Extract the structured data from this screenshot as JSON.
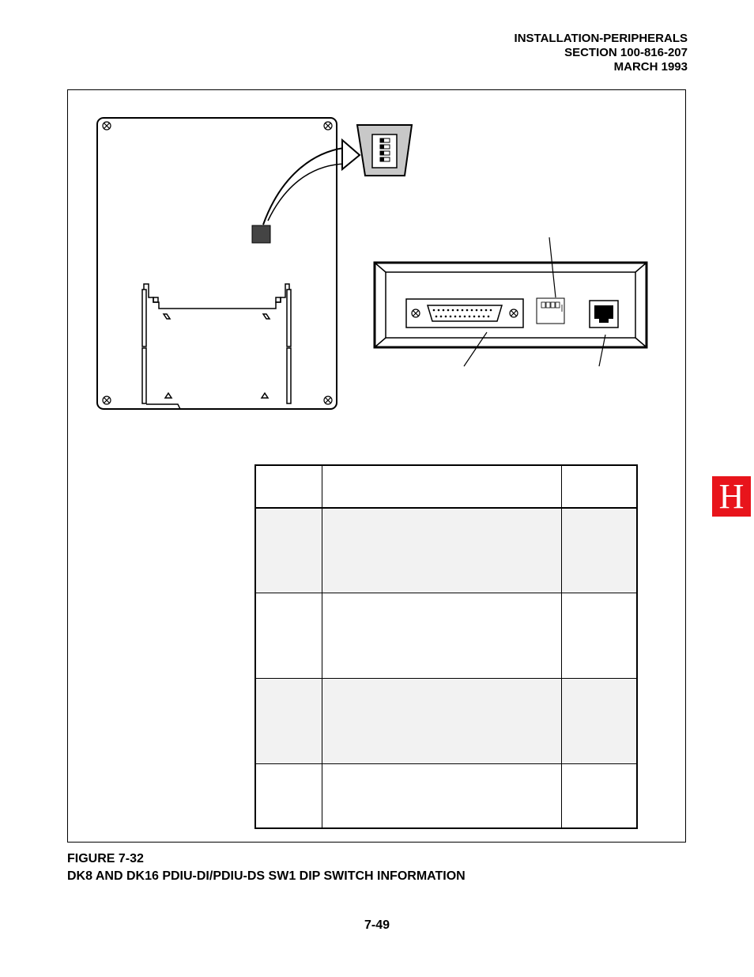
{
  "header": {
    "line1": "INSTALLATION-PERIPHERALS",
    "line2": "SECTION 100-816-207",
    "line3": "MARCH 1993"
  },
  "caption": {
    "line1": "FIGURE 7-32",
    "line2": "DK8 AND DK16 PDIU-DI/PDIU-DS SW1 DIP SWITCH INFORMATION"
  },
  "page_number": "7-49",
  "section_tab": {
    "letter": "H",
    "color": "#e8141b"
  },
  "table": {
    "rows": 4,
    "columns": 3,
    "shaded_rows": [
      1,
      3
    ]
  }
}
